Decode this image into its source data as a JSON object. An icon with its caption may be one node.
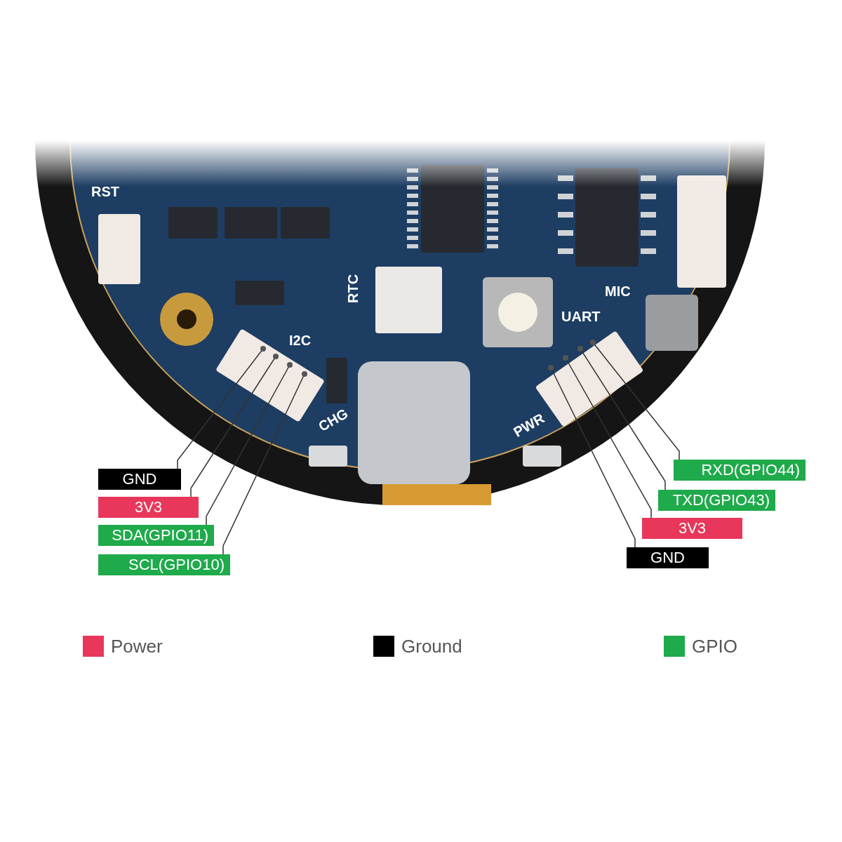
{
  "diagram": {
    "nodes": [
      {
        "text": [
          "GND"
        ]
      },
      {
        "text": [
          "3V3"
        ]
      },
      {
        "text": [
          "SDA(GPIO11)"
        ]
      },
      {
        "text": [
          "SCL(GPIO10)"
        ]
      },
      {
        "text": [
          "RXD(GPIO44)"
        ]
      },
      {
        "text": [
          "TXD(GPIO43)"
        ]
      },
      {
        "text": [
          "3V3"
        ]
      },
      {
        "text": [
          "GND"
        ]
      }
    ],
    "edges": [
      {
        "from": 0,
        "to": null,
        "arrow": "none"
      },
      {
        "from": 1,
        "to": null,
        "arrow": "none"
      },
      {
        "from": 2,
        "to": null,
        "arrow": "none"
      },
      {
        "from": 3,
        "to": null,
        "arrow": "none"
      },
      {
        "from": 4,
        "to": null,
        "arrow": "none"
      },
      {
        "from": 5,
        "to": null,
        "arrow": "none"
      },
      {
        "from": 6,
        "to": null,
        "arrow": "none"
      },
      {
        "from": 7,
        "to": null,
        "arrow": "none"
      }
    ],
    "labels": [
      "RST",
      "RTC",
      "I2C",
      "MIC",
      "UART",
      "CHG",
      "PWR"
    ],
    "legend": [
      {
        "text": "Power",
        "color": "#e8375a"
      },
      {
        "text": "Ground",
        "color": "#000000"
      },
      {
        "text": "GPIO",
        "color": "#1faa4b"
      }
    ]
  }
}
